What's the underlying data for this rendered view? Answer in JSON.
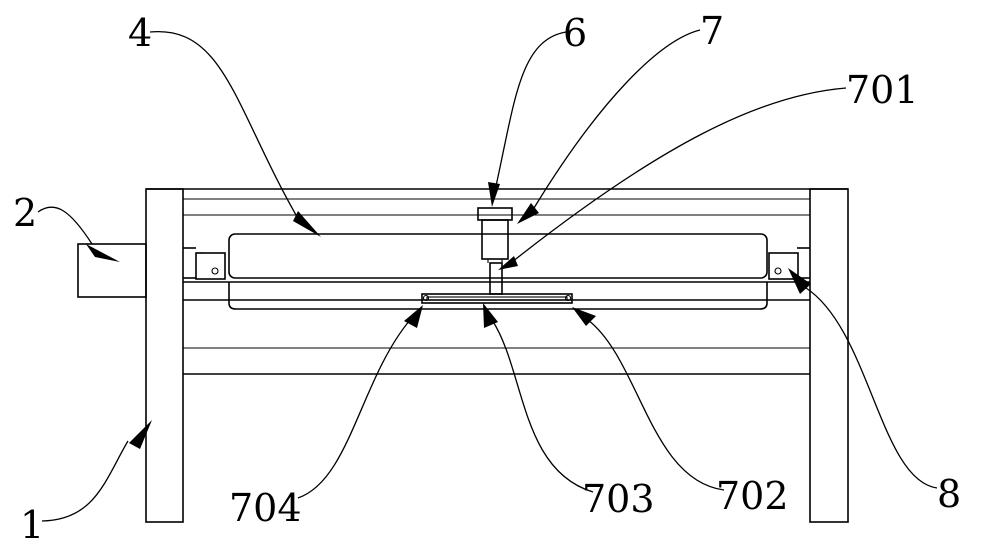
{
  "colors": {
    "line": "#000000",
    "background": "#ffffff"
  },
  "labels": {
    "l1": "1",
    "l2": "2",
    "l4": "4",
    "l6": "6",
    "l7": "7",
    "l701": "701",
    "l702": "702",
    "l703": "703",
    "l704": "704",
    "l8": "8"
  }
}
